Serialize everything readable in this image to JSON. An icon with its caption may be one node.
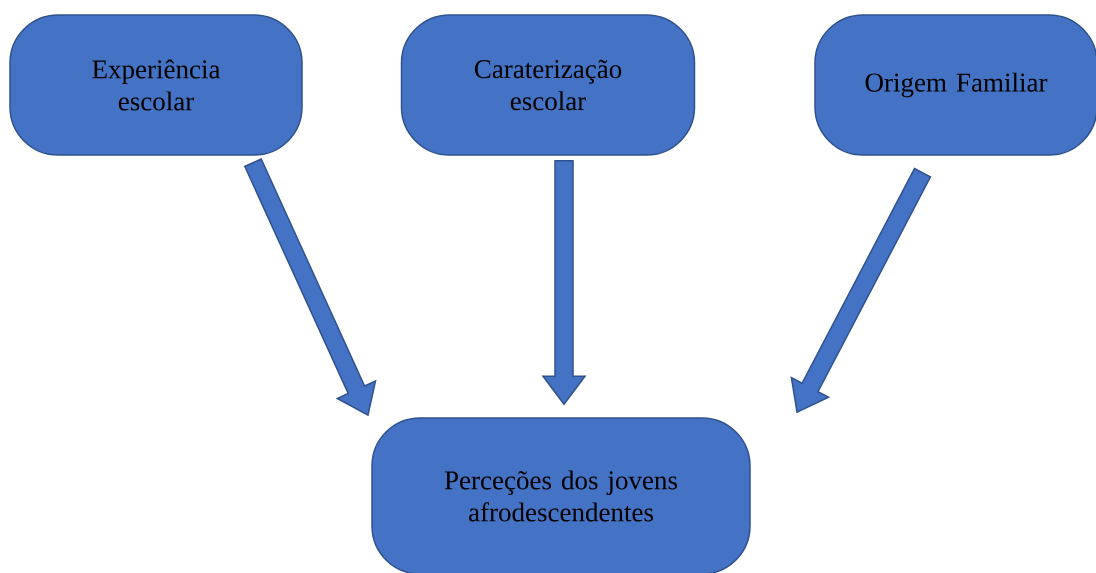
{
  "diagram": {
    "nodes": [
      {
        "text": [
          "Experiência escolar"
        ]
      },
      {
        "text": [
          "Caraterização escolar"
        ]
      },
      {
        "text": [
          "Origem Familiar"
        ]
      },
      {
        "text": [
          "Perceções dos jovens afrodescendentes"
        ]
      }
    ],
    "edges": [
      {
        "from": 0,
        "to": 3,
        "arrow": "to"
      },
      {
        "from": 1,
        "to": 3,
        "arrow": "to"
      },
      {
        "from": 2,
        "to": 3,
        "arrow": "to"
      }
    ]
  }
}
